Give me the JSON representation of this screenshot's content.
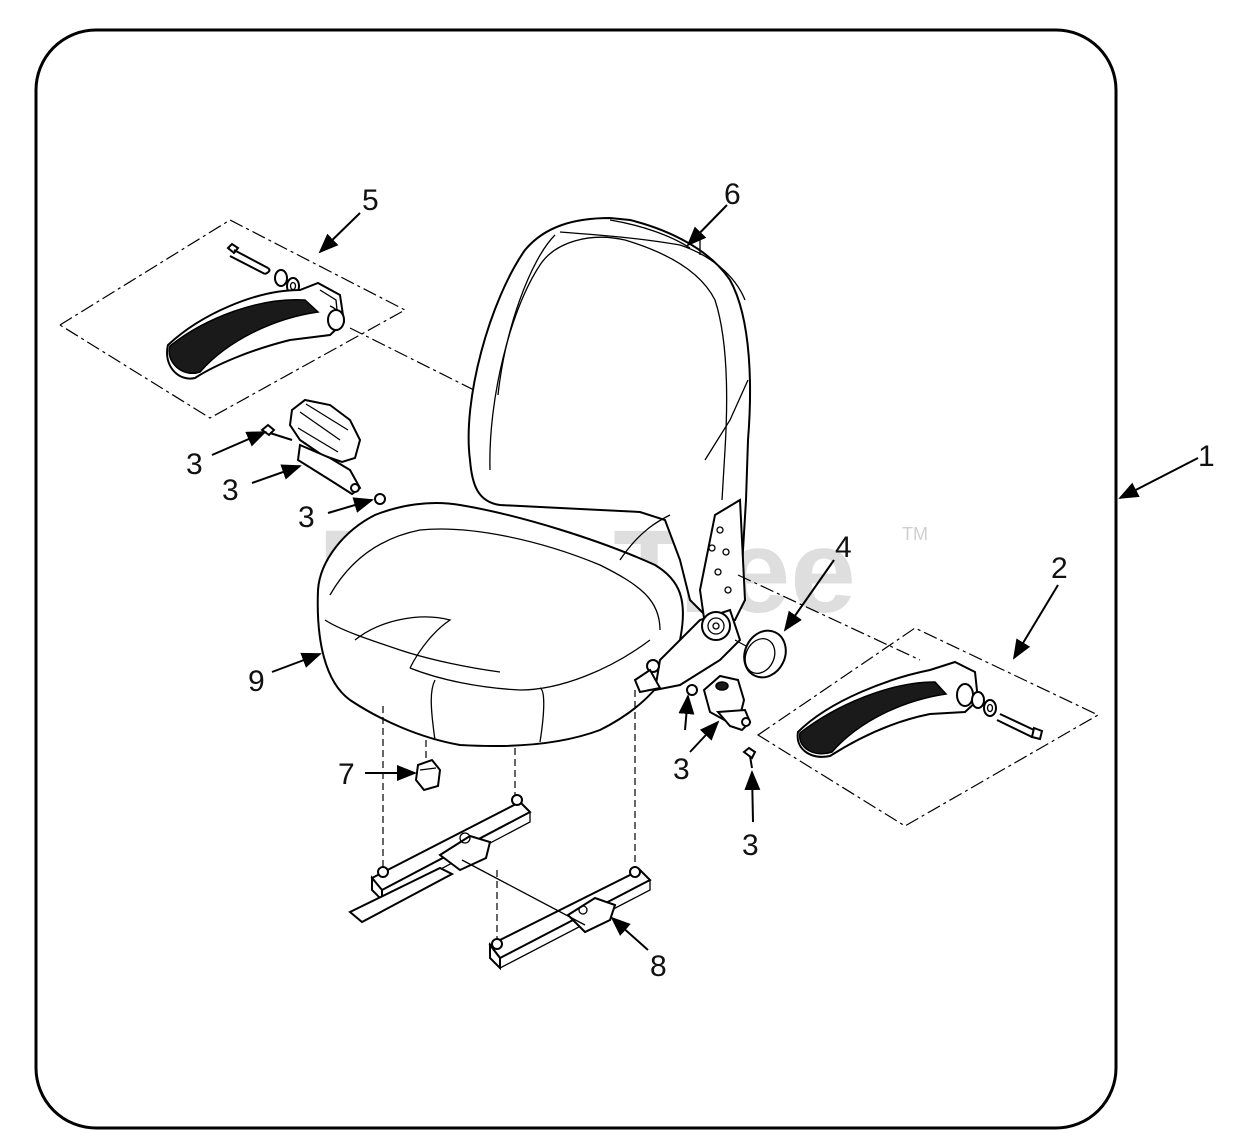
{
  "watermark": {
    "text": "PartsTree",
    "trademark": "TM"
  },
  "callouts": {
    "c1": "1",
    "c2": "2",
    "c3a": "3",
    "c3b": "3",
    "c3c": "3",
    "c3d": "3",
    "c3e": "3",
    "c4": "4",
    "c5": "5",
    "c6": "6",
    "c7": "7",
    "c8": "8",
    "c9": "9"
  },
  "colors": {
    "line": "#000000",
    "armrest_pad": "#1a1a1a",
    "watermark": "#d9d9d9"
  }
}
